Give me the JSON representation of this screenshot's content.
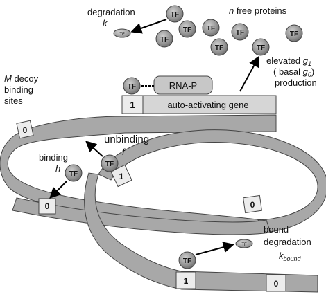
{
  "tf_label": "TF",
  "small_tf_label": "TF",
  "rnap_label": "RNA-P",
  "gene_site_number": "1",
  "gene_label": "auto-activating gene",
  "free_proteins": {
    "prefix": "n",
    "text": " free proteins"
  },
  "degradation": {
    "label": "degradation",
    "rate": "k"
  },
  "elevated": {
    "line1": "elevated ",
    "g1_base": "g",
    "g1_sub": "1",
    "line2_open": "( basal ",
    "g0_base": "g",
    "g0_sub": "0",
    "line2_close": ")",
    "line3": "production"
  },
  "decoys": {
    "prefix": "M",
    "line1": " decoy",
    "line2": "binding",
    "line3": "sites"
  },
  "unbinding": {
    "label": "unbinding",
    "rate": "f"
  },
  "binding": {
    "label": "binding",
    "rate": "h"
  },
  "bound_degradation": {
    "line1": "bound",
    "line2": "degradation",
    "rate_base": "k",
    "rate_sub": "bound"
  },
  "sites": {
    "left_top": "0",
    "left_bottom": "0",
    "mid_ring": "1",
    "right_ring": "0",
    "bottom_one": "1",
    "bottom_zero": "0"
  }
}
